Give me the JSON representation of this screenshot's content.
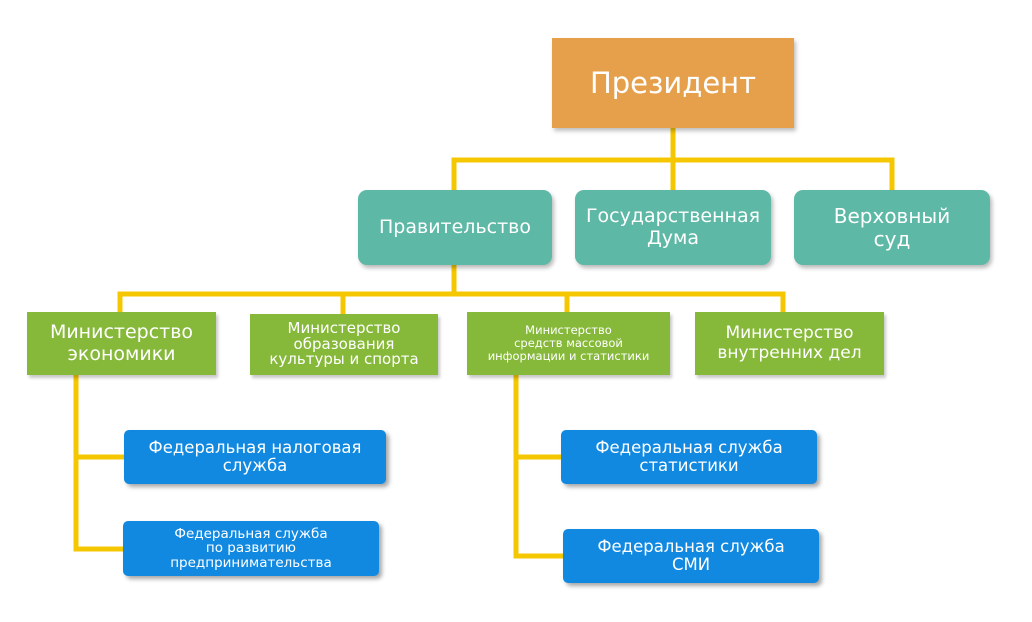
{
  "colors": {
    "president": "#e6a04c",
    "branch": "#5db8a6",
    "ministry": "#86b93a",
    "service": "#1189e1",
    "connector": "#f5c700"
  },
  "president": {
    "label": "Президент"
  },
  "branches": {
    "government": "Правительство",
    "duma": "Государственная\nДума",
    "court": "Верховный\nсуд"
  },
  "ministries": {
    "economy": "Министерство\nэкономики",
    "education": "Министерство\nобразования\nкультуры и спорта",
    "media": "Министерство\nсредств массовой\nинформации и статистики",
    "interior": "Министерство\nвнутренних дел"
  },
  "services": {
    "tax": "Федеральная налоговая\nслужба",
    "business": "Федеральная служба\nпо развитию\nпредпринимательства",
    "statistics": "Федеральная служба\nстатистики",
    "media": "Федеральная служба\nСМИ"
  }
}
